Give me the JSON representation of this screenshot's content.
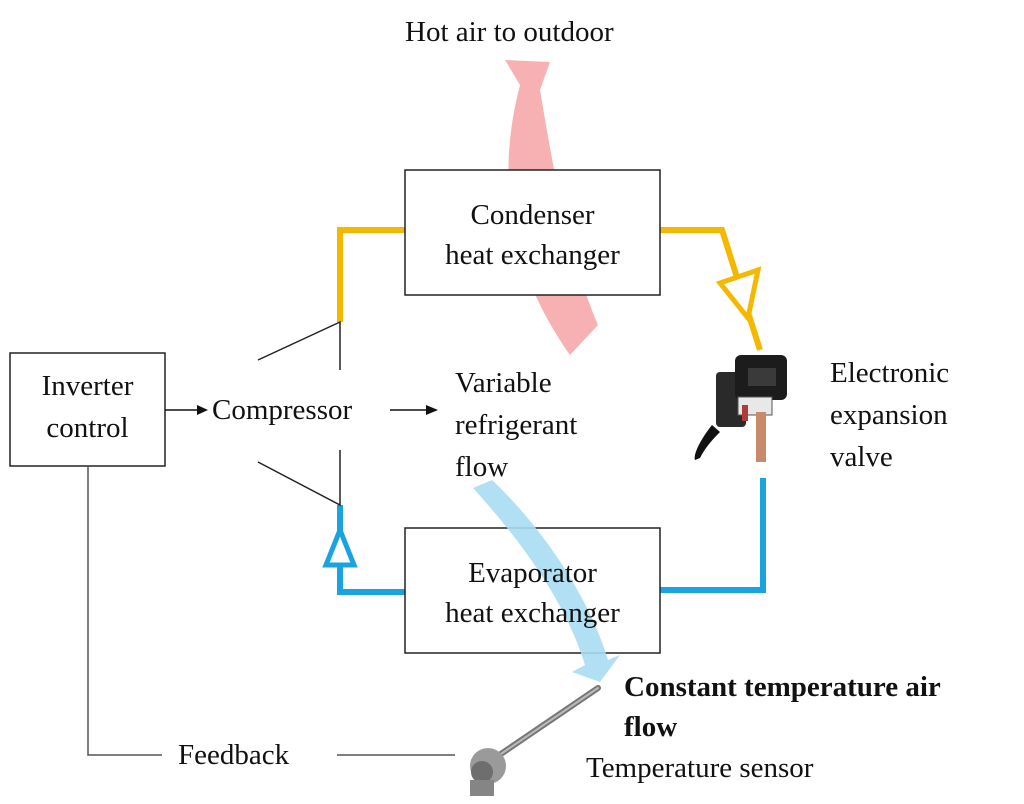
{
  "top_label": "Hot air to outdoor",
  "condenser": {
    "line1": "Condenser",
    "line2": "heat exchanger"
  },
  "evaporator": {
    "line1": "Evaporator",
    "line2": "heat exchanger"
  },
  "inverter": {
    "line1": "Inverter",
    "line2": "control"
  },
  "compressor": "Compressor",
  "variable_flow": {
    "line1": "Variable",
    "line2": "refrigerant",
    "line3": "flow"
  },
  "expansion_valve": {
    "line1": "Electronic",
    "line2": "expansion",
    "line3": "valve"
  },
  "constant_air": {
    "line1": "Constant temperature air",
    "line2": "flow"
  },
  "sensor": "Temperature sensor",
  "feedback": "Feedback",
  "colors": {
    "hot_line": "#f5b800",
    "cold_line": "#1aa3e0",
    "hot_arrow": "#f6a3a6",
    "cold_arrow": "#a8dbf2",
    "box_border": "#222222"
  }
}
